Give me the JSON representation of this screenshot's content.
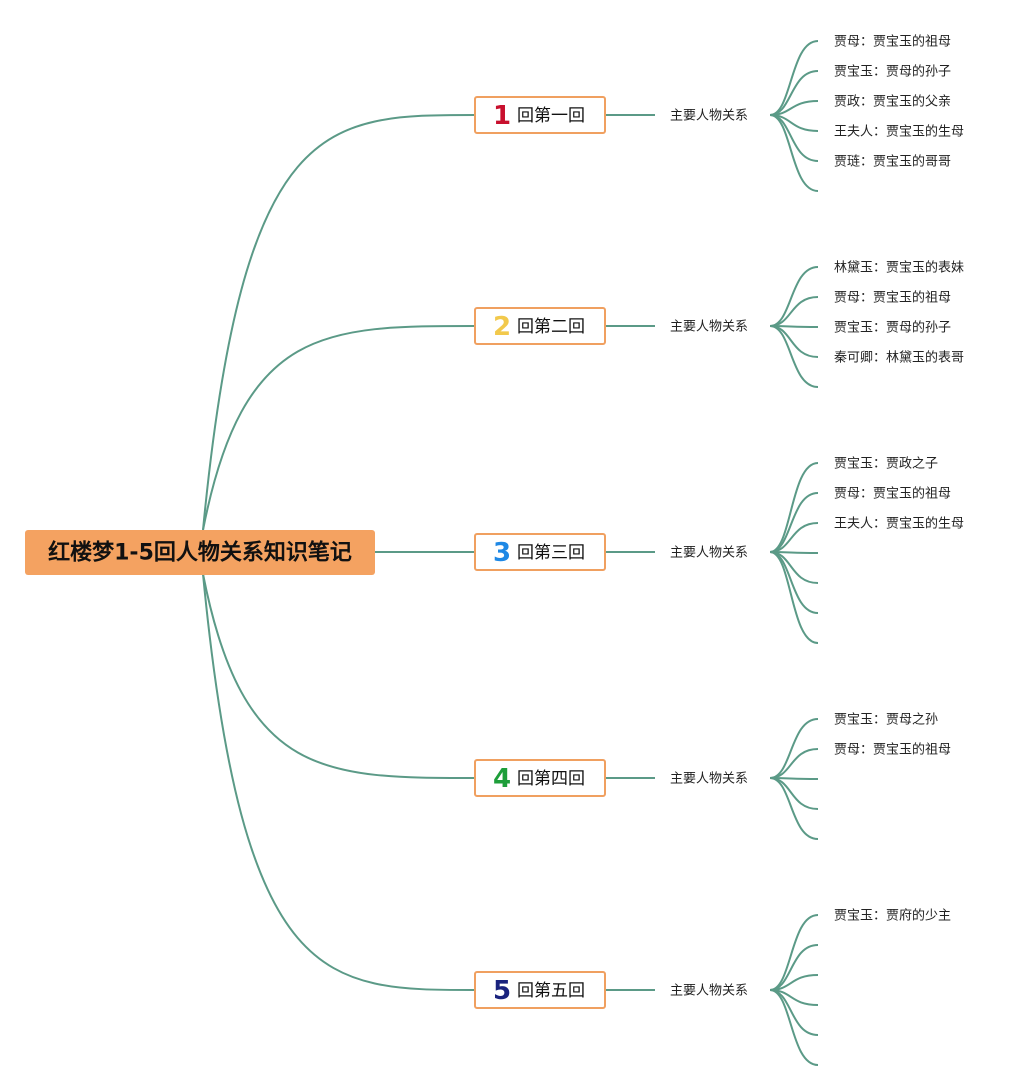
{
  "root": {
    "title": "红楼梦1-5回人物关系知识笔记",
    "fill": "#F4A261"
  },
  "colors": {
    "line": "#5B9A87",
    "chapter_border": "#F0A060"
  },
  "chapters": [
    {
      "number": "1",
      "number_color": "#C8102E",
      "title": "回第一回",
      "label": "主要人物关系",
      "leaves": [
        "贾母：贾宝玉的祖母",
        "贾宝玉：贾母的孙子",
        "贾政：贾宝玉的父亲",
        "王夫人：贾宝玉的生母",
        "贾琏：贾宝玉的哥哥",
        ""
      ]
    },
    {
      "number": "2",
      "number_color": "#F2C94C",
      "title": "回第二回",
      "label": "主要人物关系",
      "leaves": [
        "林黛玉：贾宝玉的表妹",
        "贾母：贾宝玉的祖母",
        "贾宝玉：贾母的孙子",
        "秦可卿：林黛玉的表哥",
        ""
      ]
    },
    {
      "number": "3",
      "number_color": "#1E88E5",
      "title": "回第三回",
      "label": "主要人物关系",
      "leaves": [
        "贾宝玉：贾政之子",
        "贾母：贾宝玉的祖母",
        "王夫人：贾宝玉的生母",
        "",
        "",
        "",
        ""
      ]
    },
    {
      "number": "4",
      "number_color": "#1E9E3A",
      "title": "回第四回",
      "label": "主要人物关系",
      "leaves": [
        "贾宝玉：贾母之孙",
        "贾母：贾宝玉的祖母",
        "",
        "",
        ""
      ]
    },
    {
      "number": "5",
      "number_color": "#1A237E",
      "title": "回第五回",
      "label": "主要人物关系",
      "leaves": [
        "贾宝玉：贾府的少主",
        "",
        "",
        "",
        "",
        ""
      ]
    }
  ]
}
